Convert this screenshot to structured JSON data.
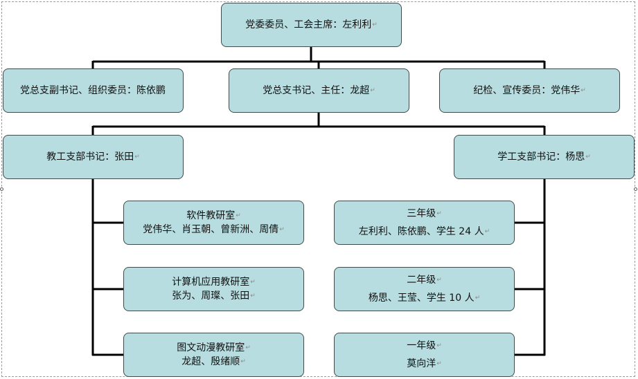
{
  "top": {
    "text": "党委委员、工会主席：左利利"
  },
  "level2": {
    "left": "党总支副书记、组织委员：陈依鹏",
    "center": "党总支书记、主任：龙超",
    "right": "纪检、宣传委员：党伟华"
  },
  "branches": {
    "teaching": "教工支部书记：张田",
    "student": "学工支部书记：杨思"
  },
  "teaching_offices": [
    {
      "title": "软件教研室",
      "members": "党伟华、肖玉朝、曾新洲、周倩"
    },
    {
      "title": "计算机应用教研室",
      "members": "张为、周璨、张田"
    },
    {
      "title": "图文动漫教研室",
      "members": "龙超、殷绪顺"
    }
  ],
  "grades": [
    {
      "title": "三年级",
      "members": "左利利、陈依鹏、学生 24 人"
    },
    {
      "title": "二年级",
      "members": "杨思、王莹、学生 10 人"
    },
    {
      "title": "一年级",
      "members": "莫向洋"
    }
  ],
  "colors": {
    "box_fill": "#b8dde0",
    "box_border": "#3f4a4c",
    "connector": "#000000"
  }
}
